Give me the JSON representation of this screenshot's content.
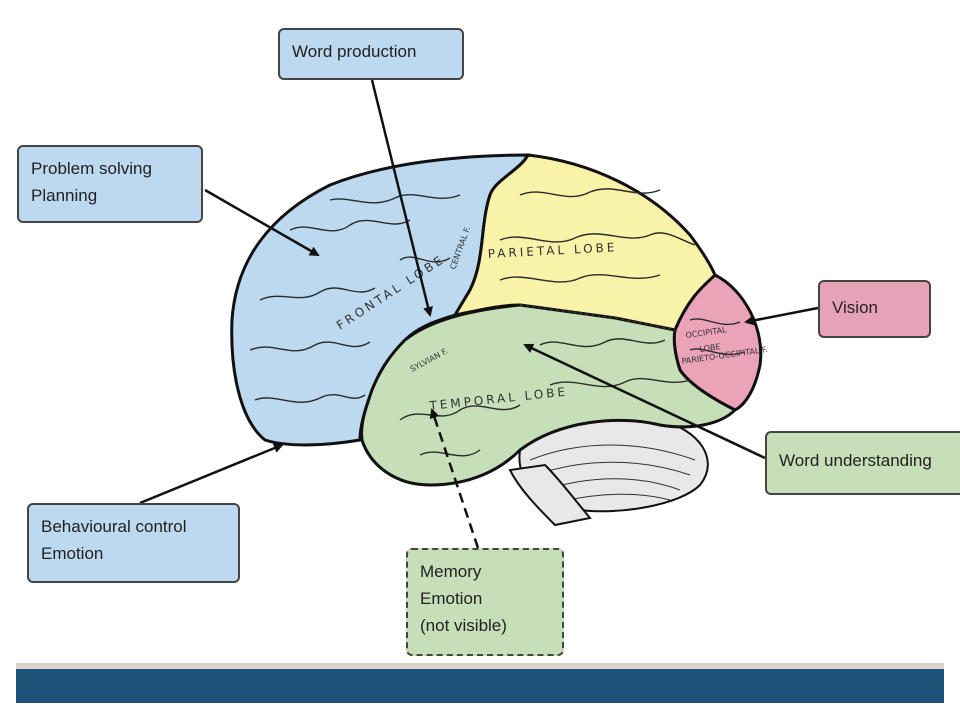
{
  "labels": {
    "word_production": [
      "Word production"
    ],
    "problem_solving": [
      "Problem solving",
      "Planning"
    ],
    "behavioural_control": [
      "Behavioural control",
      "Emotion"
    ],
    "memory": [
      "Memory",
      "Emotion",
      "(not visible)"
    ],
    "vision": [
      "Vision"
    ],
    "word_understanding": [
      "Word understanding"
    ]
  },
  "lobes": {
    "frontal": "FRONTAL LOBE",
    "parietal": "PARIETAL LOBE",
    "temporal": "TEMPORAL LOBE",
    "occipital_1": "OCCIPITAL",
    "occipital_2": "LOBE",
    "sylvian": "SYLVIAN F.",
    "central": "CENTRAL F.",
    "parieto_occipital": "PARIETO-OCCIPITAL F."
  },
  "colors": {
    "frontal": "#bcd9f0",
    "parietal": "#f8f3a8",
    "temporal": "#c7dfb8",
    "occipital": "#eba3b8",
    "cerebellum": "#e8e8e8",
    "bar": "#1d5378"
  }
}
